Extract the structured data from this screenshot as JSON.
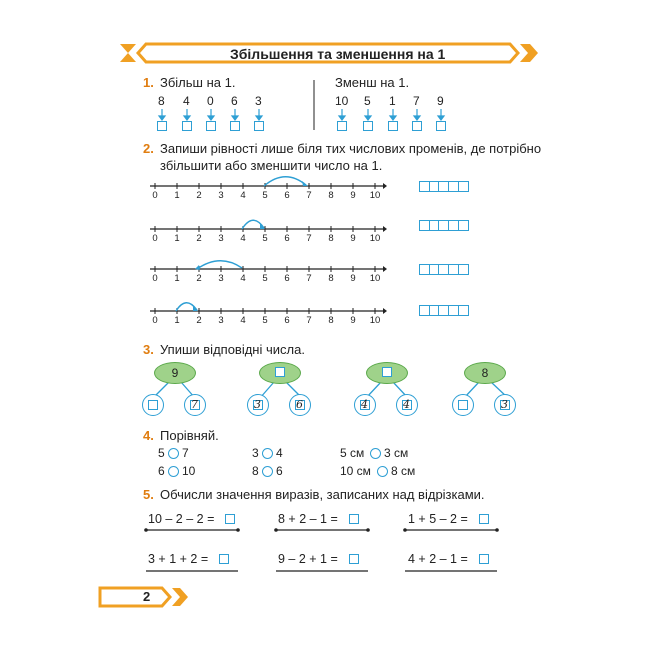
{
  "header": {
    "title": "Збільшення та зменшення на 1"
  },
  "page_number": "2",
  "colors": {
    "accent": "#f0a023",
    "blue": "#2e9fd4",
    "green": "#9fd28a"
  },
  "task1": {
    "number": "1.",
    "left_label": "Збільш на 1.",
    "right_label": "Зменш на 1.",
    "left_values": [
      "8",
      "4",
      "0",
      "6",
      "3"
    ],
    "right_values": [
      "10",
      "5",
      "1",
      "7",
      "9"
    ]
  },
  "task2": {
    "number": "2.",
    "text_line1": "Запиши рівності лише біля тих числових променів, де потрібно",
    "text_line2": "збільшити або зменшити число на 1.",
    "ticks": [
      "0",
      "1",
      "2",
      "3",
      "4",
      "5",
      "6",
      "7",
      "8",
      "9",
      "10"
    ]
  },
  "task3": {
    "number": "3.",
    "text": "Упиши відповідні числа.",
    "trees": [
      {
        "top": "9",
        "left": "",
        "right": "7"
      },
      {
        "top": "",
        "left": "3",
        "right": "6"
      },
      {
        "top": "",
        "left": "4",
        "right": "4"
      },
      {
        "top": "8",
        "left": "",
        "right": "3"
      }
    ]
  },
  "task4": {
    "number": "4.",
    "text": "Порівняй.",
    "pairs": [
      [
        "5",
        "7"
      ],
      [
        "6",
        "10"
      ],
      [
        "3",
        "4"
      ],
      [
        "8",
        "6"
      ],
      [
        "5 см",
        "3 см"
      ],
      [
        "10 см",
        "8 см"
      ]
    ]
  },
  "task5": {
    "number": "5.",
    "text": "Обчисли значення виразів, записаних над відрізками.",
    "expressions": [
      "10 – 2 – 2 =",
      "8 + 2 – 1 =",
      "1 + 5 – 2 =",
      "3 + 1 + 2 =",
      "9 – 2 + 1 =",
      "4 + 2 – 1 ="
    ]
  }
}
